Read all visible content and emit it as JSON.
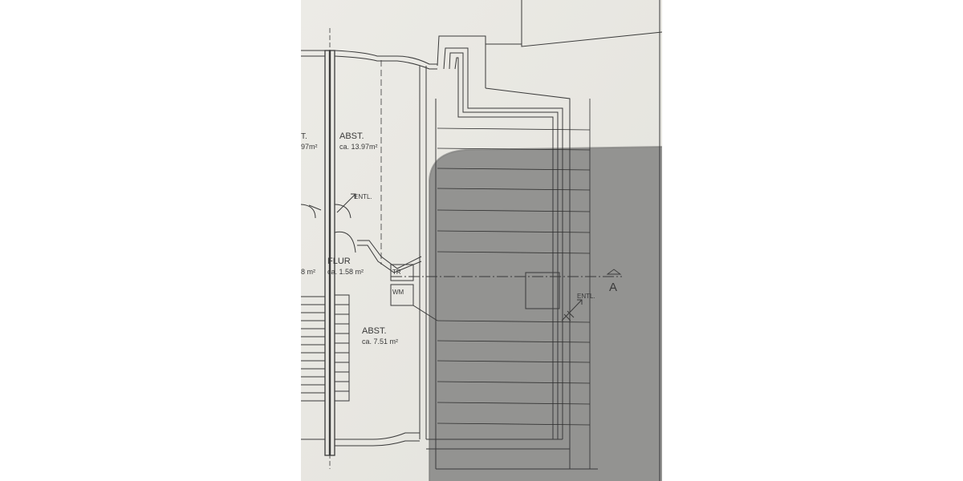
{
  "plan": {
    "labels": {
      "room_top_right": "ABST.",
      "area_top_right": "ca. 13.97m²",
      "room_top_left": "T.",
      "area_top_left": "97m²",
      "entl_top": "ENTL.",
      "flur": "FLUR",
      "area_flur": "ca. 1.58 m²",
      "area_left_mid": "8 m²",
      "tr": "TR",
      "wm": "WM",
      "room_bottom": "ABST.",
      "area_bottom": "ca. 7.51 m²",
      "entl_right": "ENTL.",
      "section_marker": "A"
    }
  },
  "colors": {
    "paper_lit": "#eeede8",
    "paper_shadow": "#8c8c8a",
    "ink": "#3a3a3a"
  }
}
